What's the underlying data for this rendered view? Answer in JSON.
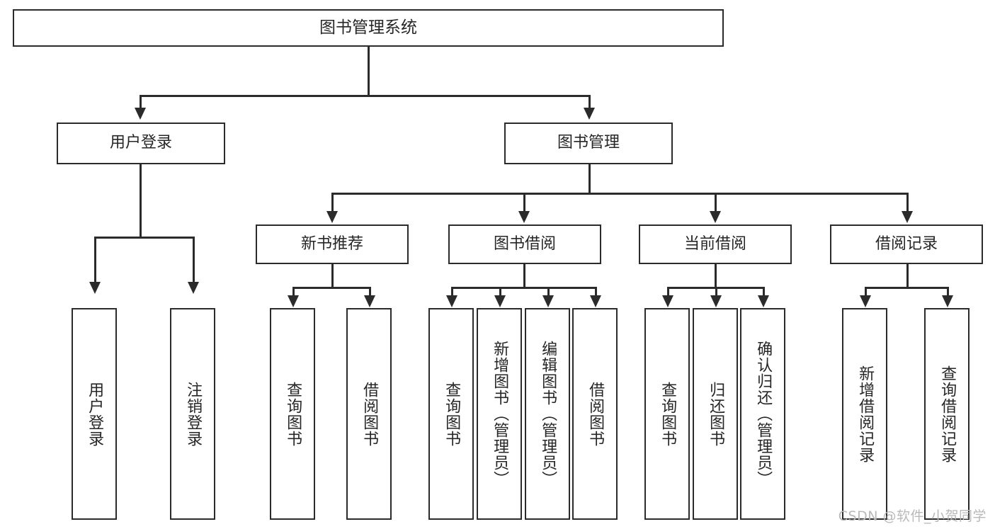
{
  "diagram": {
    "title": "图书管理系统",
    "type": "hierarchy-tree",
    "watermark": "CSDN @软件_小贺同学",
    "colors": {
      "box_border": "#2b2b2b",
      "box_fill": "#ffffff",
      "text": "#262626",
      "connector": "#2b2b2b",
      "watermark": "#b9b9b9",
      "background": "#ffffff"
    },
    "root": {
      "label": "图书管理系统",
      "children": [
        {
          "label": "用户登录",
          "children": [
            {
              "label": "用户登录"
            },
            {
              "label": "注销登录"
            }
          ]
        },
        {
          "label": "图书管理",
          "children": [
            {
              "label": "新书推荐",
              "children": [
                {
                  "label": "查询图书"
                },
                {
                  "label": "借阅图书"
                }
              ]
            },
            {
              "label": "图书借阅",
              "children": [
                {
                  "label": "查询图书"
                },
                {
                  "label": "新增图书（管理员）"
                },
                {
                  "label": "编辑图书（管理员）"
                },
                {
                  "label": "借阅图书"
                }
              ]
            },
            {
              "label": "当前借阅",
              "children": [
                {
                  "label": "查询图书"
                },
                {
                  "label": "归还图书"
                },
                {
                  "label": "确认归还（管理员）"
                }
              ]
            },
            {
              "label": "借阅记录",
              "children": [
                {
                  "label": "新增借阅记录"
                },
                {
                  "label": "查询借阅记录"
                }
              ]
            }
          ]
        }
      ]
    },
    "nodes": {
      "root": "图书管理系统",
      "user_login": "用户登录",
      "book_manage": "图书管理",
      "new_book_rec": "新书推荐",
      "book_borrow": "图书借阅",
      "current_borrow": "当前借阅",
      "borrow_record": "借阅记录",
      "leaf_user_login": "用户登录",
      "leaf_logout": "注销登录",
      "leaf_query_book_a": "查询图书",
      "leaf_borrow_book_a": "借阅图书",
      "leaf_query_book_b": "查询图书",
      "leaf_add_book": "新增图书（管理员）",
      "leaf_edit_book": "编辑图书（管理员）",
      "leaf_borrow_book_b": "借阅图书",
      "leaf_query_book_c": "查询图书",
      "leaf_return_book": "归还图书",
      "leaf_confirm_return": "确认归还（管理员）",
      "leaf_add_record": "新增借阅记录",
      "leaf_query_record": "查询借阅记录"
    }
  }
}
